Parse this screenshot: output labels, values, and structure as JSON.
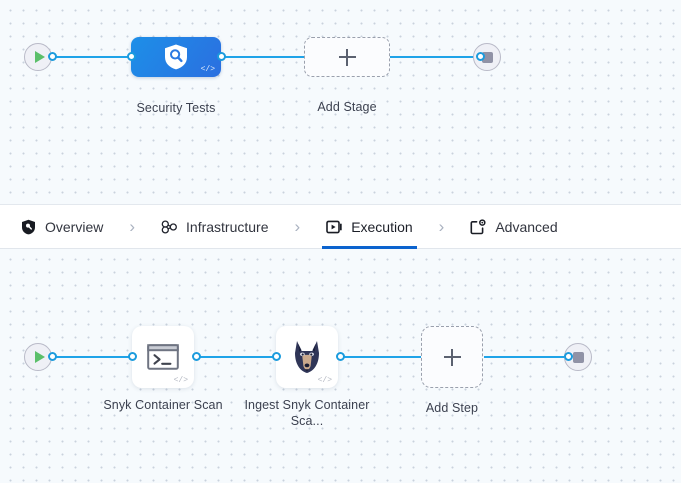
{
  "editor": {
    "stage_row": {
      "start_node": {
        "icon": "play-icon",
        "name": "pipeline-start"
      },
      "end_node": {
        "icon": "stop-icon",
        "name": "pipeline-end"
      },
      "nodes": [
        {
          "id": "security-tests",
          "label": "Security Tests",
          "type": "stage",
          "icon": "shield-search-icon",
          "badge": "</>",
          "color": "#2175e3",
          "selected": true
        },
        {
          "id": "add-stage",
          "label": "Add Stage",
          "type": "add",
          "icon": "plus-icon"
        }
      ]
    },
    "step_row": {
      "start_node": {
        "icon": "play-icon",
        "name": "execution-start"
      },
      "end_node": {
        "icon": "stop-icon",
        "name": "execution-end"
      },
      "nodes": [
        {
          "id": "snyk-container-scan",
          "label": "Snyk Container Scan",
          "type": "step",
          "icon": "terminal-icon",
          "badge": "</>"
        },
        {
          "id": "ingest-snyk-container-scan",
          "label": "Ingest Snyk Container Sca...",
          "type": "step",
          "icon": "snyk-dog-icon",
          "badge": "</>"
        },
        {
          "id": "add-step",
          "label": "Add Step",
          "type": "add",
          "icon": "plus-icon"
        }
      ]
    }
  },
  "tabs": {
    "active_id": "execution",
    "separator": "›",
    "accent_color": "#0b63ce",
    "items": [
      {
        "id": "overview",
        "label": "Overview",
        "icon": "shield-icon"
      },
      {
        "id": "infrastructure",
        "label": "Infrastructure",
        "icon": "nodes-cluster-icon"
      },
      {
        "id": "execution",
        "label": "Execution",
        "icon": "execution-play-box-icon"
      },
      {
        "id": "advanced",
        "label": "Advanced",
        "icon": "box-gear-icon"
      }
    ]
  }
}
